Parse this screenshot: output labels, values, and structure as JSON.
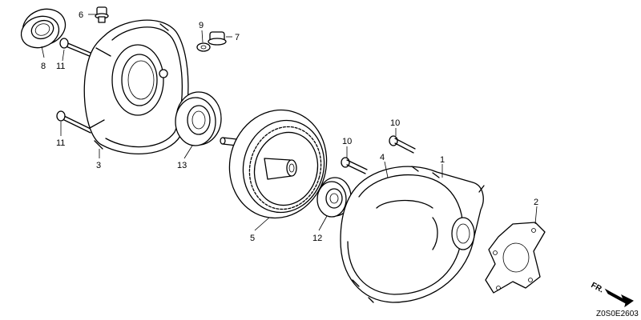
{
  "diagram": {
    "drawing_code": "Z0S0E2603",
    "direction_marker": "FR.",
    "callouts": {
      "oil_seal": "8",
      "bolt_upper_left": "11",
      "bolt_lower_left": "11",
      "flange_bolt_top": "6",
      "washer": "9",
      "plug_bolt": "7",
      "bearing_cover": "3",
      "bearing_large": "13",
      "ring_gear_shaft": "5",
      "bearing_small": "12",
      "bolt_center": "10",
      "bolt_right": "10",
      "case_left": "4",
      "case_right": "1",
      "gasket": "2"
    }
  }
}
